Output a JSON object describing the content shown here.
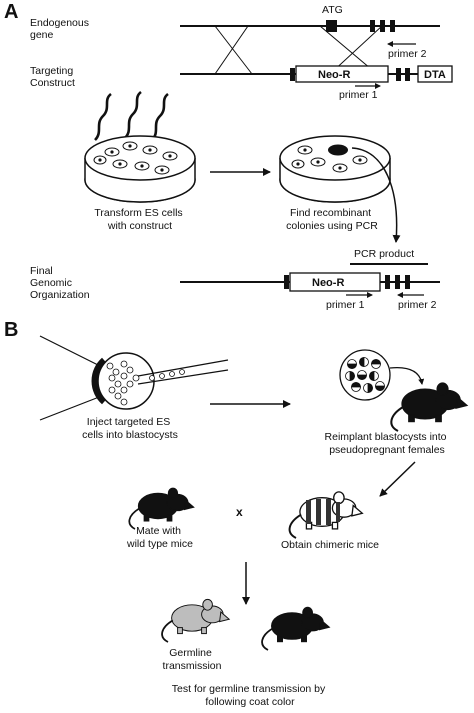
{
  "panel_a": {
    "letter": "A",
    "endogenous_gene": [
      "Endogenous",
      "gene"
    ],
    "atg": "ATG",
    "primer_2_top": "primer 2",
    "targeting_construct": [
      "Targeting",
      "Construct"
    ],
    "neo_r": "Neo-R",
    "dta": "DTA",
    "primer_1_top": "primer 1",
    "transform": [
      "Transform ES cells",
      "with construct"
    ],
    "find": [
      "Find recombinant",
      "colonies using PCR"
    ],
    "final_genomic": [
      "Final",
      "Genomic",
      "Organization"
    ],
    "pcr_product": "PCR product",
    "neo_r_final": "Neo-R",
    "primer_1_bottom": "primer 1",
    "primer_2_bottom": "primer 2"
  },
  "panel_b": {
    "letter": "B",
    "inject": [
      "Inject targeted ES",
      "cells into blastocysts"
    ],
    "reimplant": [
      "Reimplant blastocysts into",
      "pseudopregnant females"
    ],
    "mate": [
      "Mate with",
      "wild type mice"
    ],
    "cross": "x",
    "chimeric": "Obtain chimeric mice",
    "germline": [
      "Germline",
      "transmission"
    ],
    "test": [
      "Test for germline transmission by",
      "following coat color"
    ]
  }
}
